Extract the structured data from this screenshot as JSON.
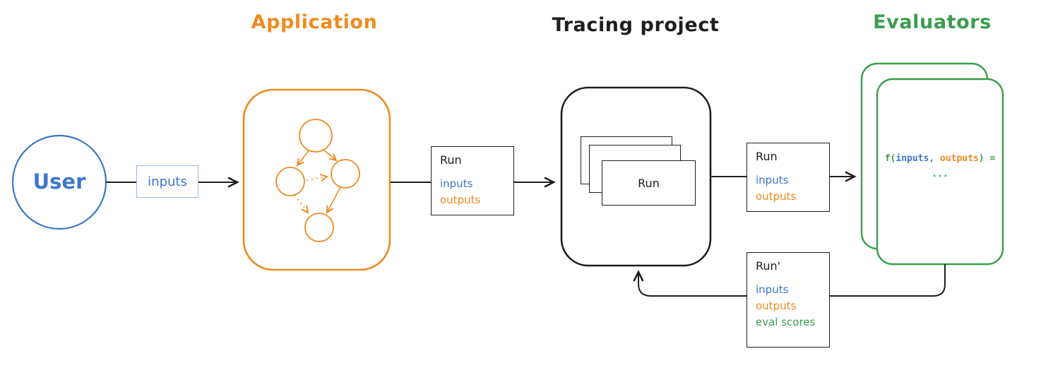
{
  "colors": {
    "blue": "#3e76cc",
    "light_blue_border": "#9db9e8",
    "orange": "#ee8b21",
    "green": "#3a9e4d",
    "teal": "#12a594",
    "ink": "#1e1e1e",
    "background": "#ffffff"
  },
  "headers": {
    "application": "Application",
    "tracing": "Tracing project",
    "evaluators": "Evaluators"
  },
  "user_node": {
    "label": "User"
  },
  "inputs_chip": {
    "label": "inputs"
  },
  "run_app_to_tracing": {
    "title": "Run",
    "line_inputs": "inputs",
    "line_outputs": "outputs"
  },
  "tracing_card": {
    "label": "Run"
  },
  "run_tracing_to_eval": {
    "title": "Run",
    "line_inputs": "inputs",
    "line_outputs": "outputs"
  },
  "evaluator_formula": {
    "open": "f(",
    "arg1": "inputs",
    "separator": ", ",
    "arg2": "outputs",
    "close": ") =",
    "result": "..."
  },
  "run_feedback": {
    "title": "Run'",
    "line_inputs": "inputs",
    "line_outputs": "outputs",
    "line_eval": "eval scores"
  }
}
